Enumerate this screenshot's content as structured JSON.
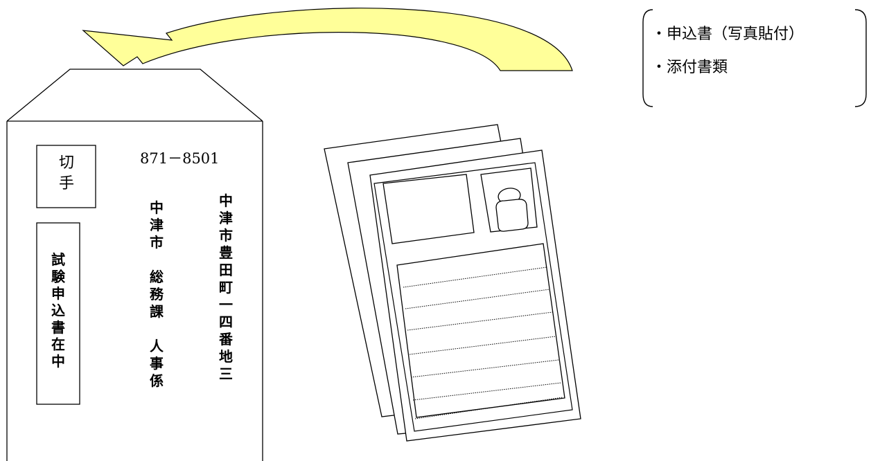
{
  "envelope": {
    "stamp_label": "切手",
    "postal_code": "871－8501",
    "address": "中津市豊田町一四番地三",
    "recipient_dept": "中津市　総務課　人事係",
    "enclosure_note": "試験申込書在中"
  },
  "contents_list": {
    "items": [
      "・申込書（写真貼付）",
      "・添付書類"
    ]
  },
  "colors": {
    "arrow_fill": "#ffff99",
    "line": "#000000"
  }
}
